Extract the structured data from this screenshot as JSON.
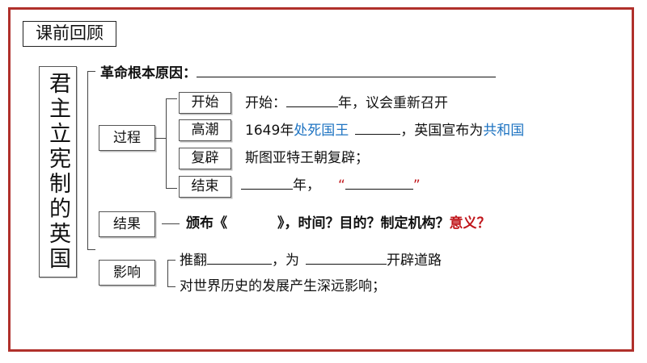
{
  "review_title": "课前回顾",
  "main_title": "君主立宪制的英国",
  "root_cause_label": "革命根本原因：",
  "process": {
    "label": "过程",
    "stages": [
      {
        "label": "开始",
        "text_before": "开始：",
        "text_after": "年，议会重新召开"
      },
      {
        "label": "高潮",
        "text_before": "1649年",
        "highlight": "处死国王",
        "text_mid": "，英国宣布为",
        "highlight2": "共和国"
      },
      {
        "label": "复辟",
        "text_before": "斯图亚特王朝复辟；"
      },
      {
        "label": "结束",
        "text_before": "年，",
        "quote_open": "“",
        "quote_close": "”"
      }
    ]
  },
  "result": {
    "label": "结果",
    "line_start": "颁布《",
    "line_end": "》，时间？目的？制定机构？",
    "highlight": "意义？"
  },
  "influence": {
    "label": "影响",
    "items": [
      {
        "before": "推翻",
        "mid": "，为",
        "after": "开辟道路"
      },
      {
        "text": "对世界历史的发展产生深远影响；"
      }
    ]
  },
  "colors": {
    "frame": "#b0302b",
    "blue": "#1f74c2",
    "red": "#c0161b"
  }
}
